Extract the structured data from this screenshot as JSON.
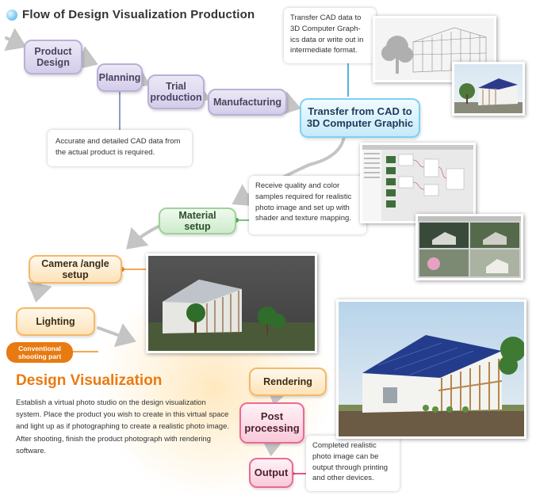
{
  "title": "Flow of Design Visualization Production",
  "nodes": {
    "product_design": "Product Design",
    "planning": "Planning",
    "trial_production": "Trial production",
    "manufacturing": "Manufacturing",
    "transfer": "Transfer from CAD to 3D Computer Graphic",
    "material_setup": "Material setup",
    "camera_setup": "Camera /angle setup",
    "lighting": "Lighting",
    "rendering": "Rendering",
    "post_processing": "Post processing",
    "output": "Output"
  },
  "notes": {
    "transfer": "Transfer CAD data to 3D Computer Graph-ics data or write out in intermediate format.",
    "cad": "Accurate and detailed CAD data from the actual product is required.",
    "material": "Receive quality and color samples required for realistic photo image and set up with shader and texture mapping.",
    "output": "Completed realistic photo image can be output through printing and other devices."
  },
  "tag": "Conventional shooting part",
  "design_visualization": {
    "heading": "Design Visualization",
    "description": "Establish a virtual photo studio on the design visualization system. Place the product you wish to create in this virtual space and light up as if photographing to create a realistic photo image. After shooting, finish the product photograph with rendering software."
  },
  "colors": {
    "purple": "#b9b0d9",
    "blue": "#7fd0f2",
    "green": "#9ed39a",
    "orange": "#f7b766",
    "pink": "#ea6a96",
    "accent": "#ea7a10",
    "arrow": "#c4c4c4"
  }
}
